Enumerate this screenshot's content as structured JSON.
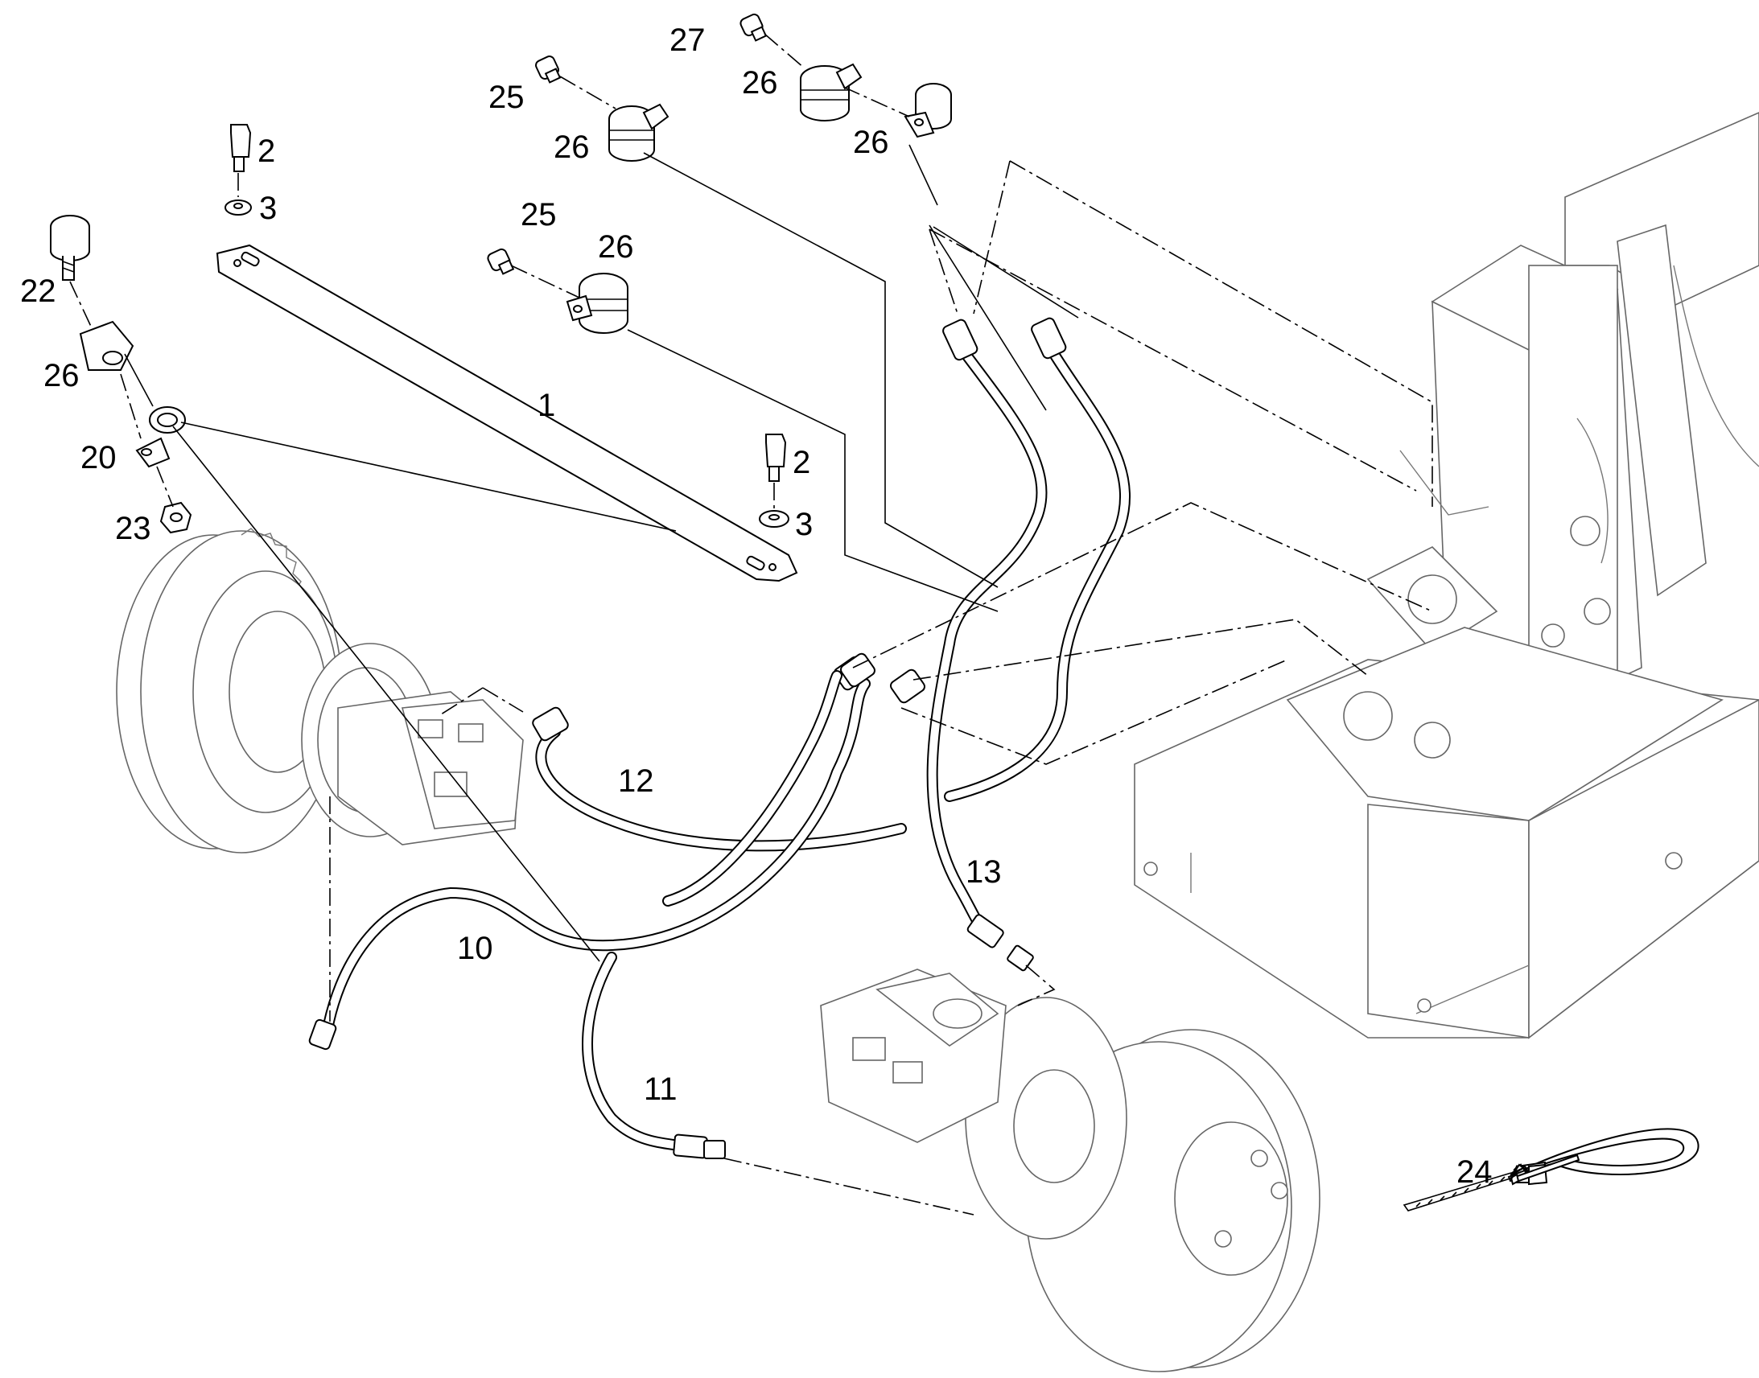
{
  "callouts": [
    {
      "id": "c1",
      "text": "1"
    },
    {
      "id": "c2a",
      "text": "2"
    },
    {
      "id": "c2b",
      "text": "2"
    },
    {
      "id": "c3a",
      "text": "3"
    },
    {
      "id": "c3b",
      "text": "3"
    },
    {
      "id": "c10",
      "text": "10"
    },
    {
      "id": "c11",
      "text": "11"
    },
    {
      "id": "c12",
      "text": "12"
    },
    {
      "id": "c13",
      "text": "13"
    },
    {
      "id": "c20",
      "text": "20"
    },
    {
      "id": "c22",
      "text": "22"
    },
    {
      "id": "c23",
      "text": "23"
    },
    {
      "id": "c24",
      "text": "24"
    },
    {
      "id": "c25a",
      "text": "25"
    },
    {
      "id": "c25b",
      "text": "25"
    },
    {
      "id": "c26a",
      "text": "26"
    },
    {
      "id": "c26b",
      "text": "26"
    },
    {
      "id": "c26c",
      "text": "26"
    },
    {
      "id": "c26d",
      "text": "26"
    },
    {
      "id": "c26e",
      "text": "26"
    },
    {
      "id": "c27",
      "text": "27"
    }
  ]
}
